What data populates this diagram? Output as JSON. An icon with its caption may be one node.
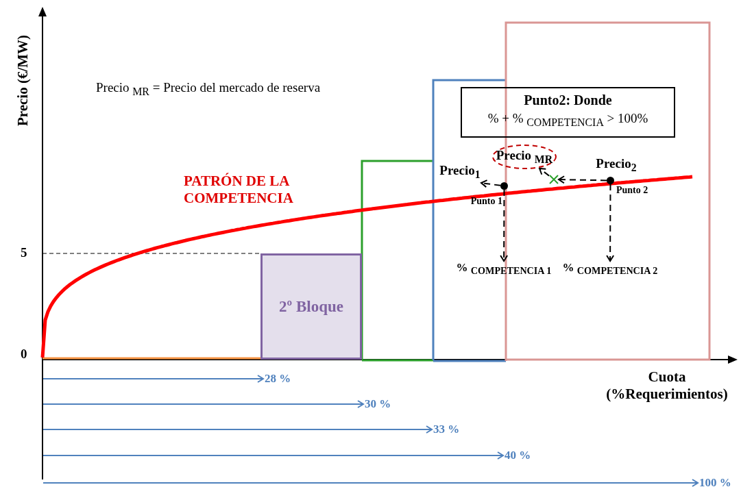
{
  "diagram": {
    "nodes": [
      {
        "text": [
          "Punto2: Donde",
          "% + % $_{COMPETENCIA}$ > 100%"
        ]
      },
      {
        "text": [
          "Precio $_{MR}$"
        ]
      },
      {
        "text": [
          "2º Bloque"
        ]
      },
      {
        "text": [
          "Precio$_{1}$"
        ]
      },
      {
        "text": [],
        "shape": "circle",
        "beside": [
          "Punto 1"
        ]
      },
      {
        "text": [
          "Precio$_{2}$"
        ]
      },
      {
        "text": [],
        "shape": "circle",
        "beside": [
          "Punto 2"
        ]
      },
      {
        "text": [],
        "shape": "cross"
      },
      {
        "text": [
          "% $_{COMPETENCIA  1}$"
        ]
      },
      {
        "text": [
          "% $_{COMPETENCIA  2}$"
        ]
      },
      {
        "text": [
          "28 %"
        ]
      },
      {
        "text": [
          "30 %"
        ]
      },
      {
        "text": [
          "33 %"
        ]
      },
      {
        "text": [
          "40 %"
        ]
      },
      {
        "text": [
          "100 %"
        ]
      }
    ],
    "edges": [
      {
        "from": 4,
        "to": 3,
        "arrow": "to",
        "style": "dashed"
      },
      {
        "from": 7,
        "to": 1,
        "arrow": "to",
        "style": "dashed"
      },
      {
        "from": 6,
        "to": 7,
        "arrow": "to",
        "style": "dashed"
      },
      {
        "from": 4,
        "to": 8,
        "arrow": "to",
        "style": "dashed"
      },
      {
        "from": 6,
        "to": 9,
        "arrow": "to",
        "style": "dashed"
      },
      {
        "from": null,
        "to": 10,
        "arrow": "to",
        "color": "#4f81bd"
      },
      {
        "from": null,
        "to": 11,
        "arrow": "to",
        "color": "#4f81bd"
      },
      {
        "from": null,
        "to": 12,
        "arrow": "to",
        "color": "#4f81bd"
      },
      {
        "from": null,
        "to": 13,
        "arrow": "to",
        "color": "#4f81bd"
      },
      {
        "from": null,
        "to": 14,
        "arrow": "to",
        "color": "#4f81bd"
      }
    ],
    "labels": [
      "Precio $_{MR}$ = Precio del mercado de reserva",
      "Precio (€/MW)",
      "PATRÓN DE LA COMPETENCIA",
      "5",
      "0",
      "Cuota (%Requerimientos)"
    ]
  }
}
